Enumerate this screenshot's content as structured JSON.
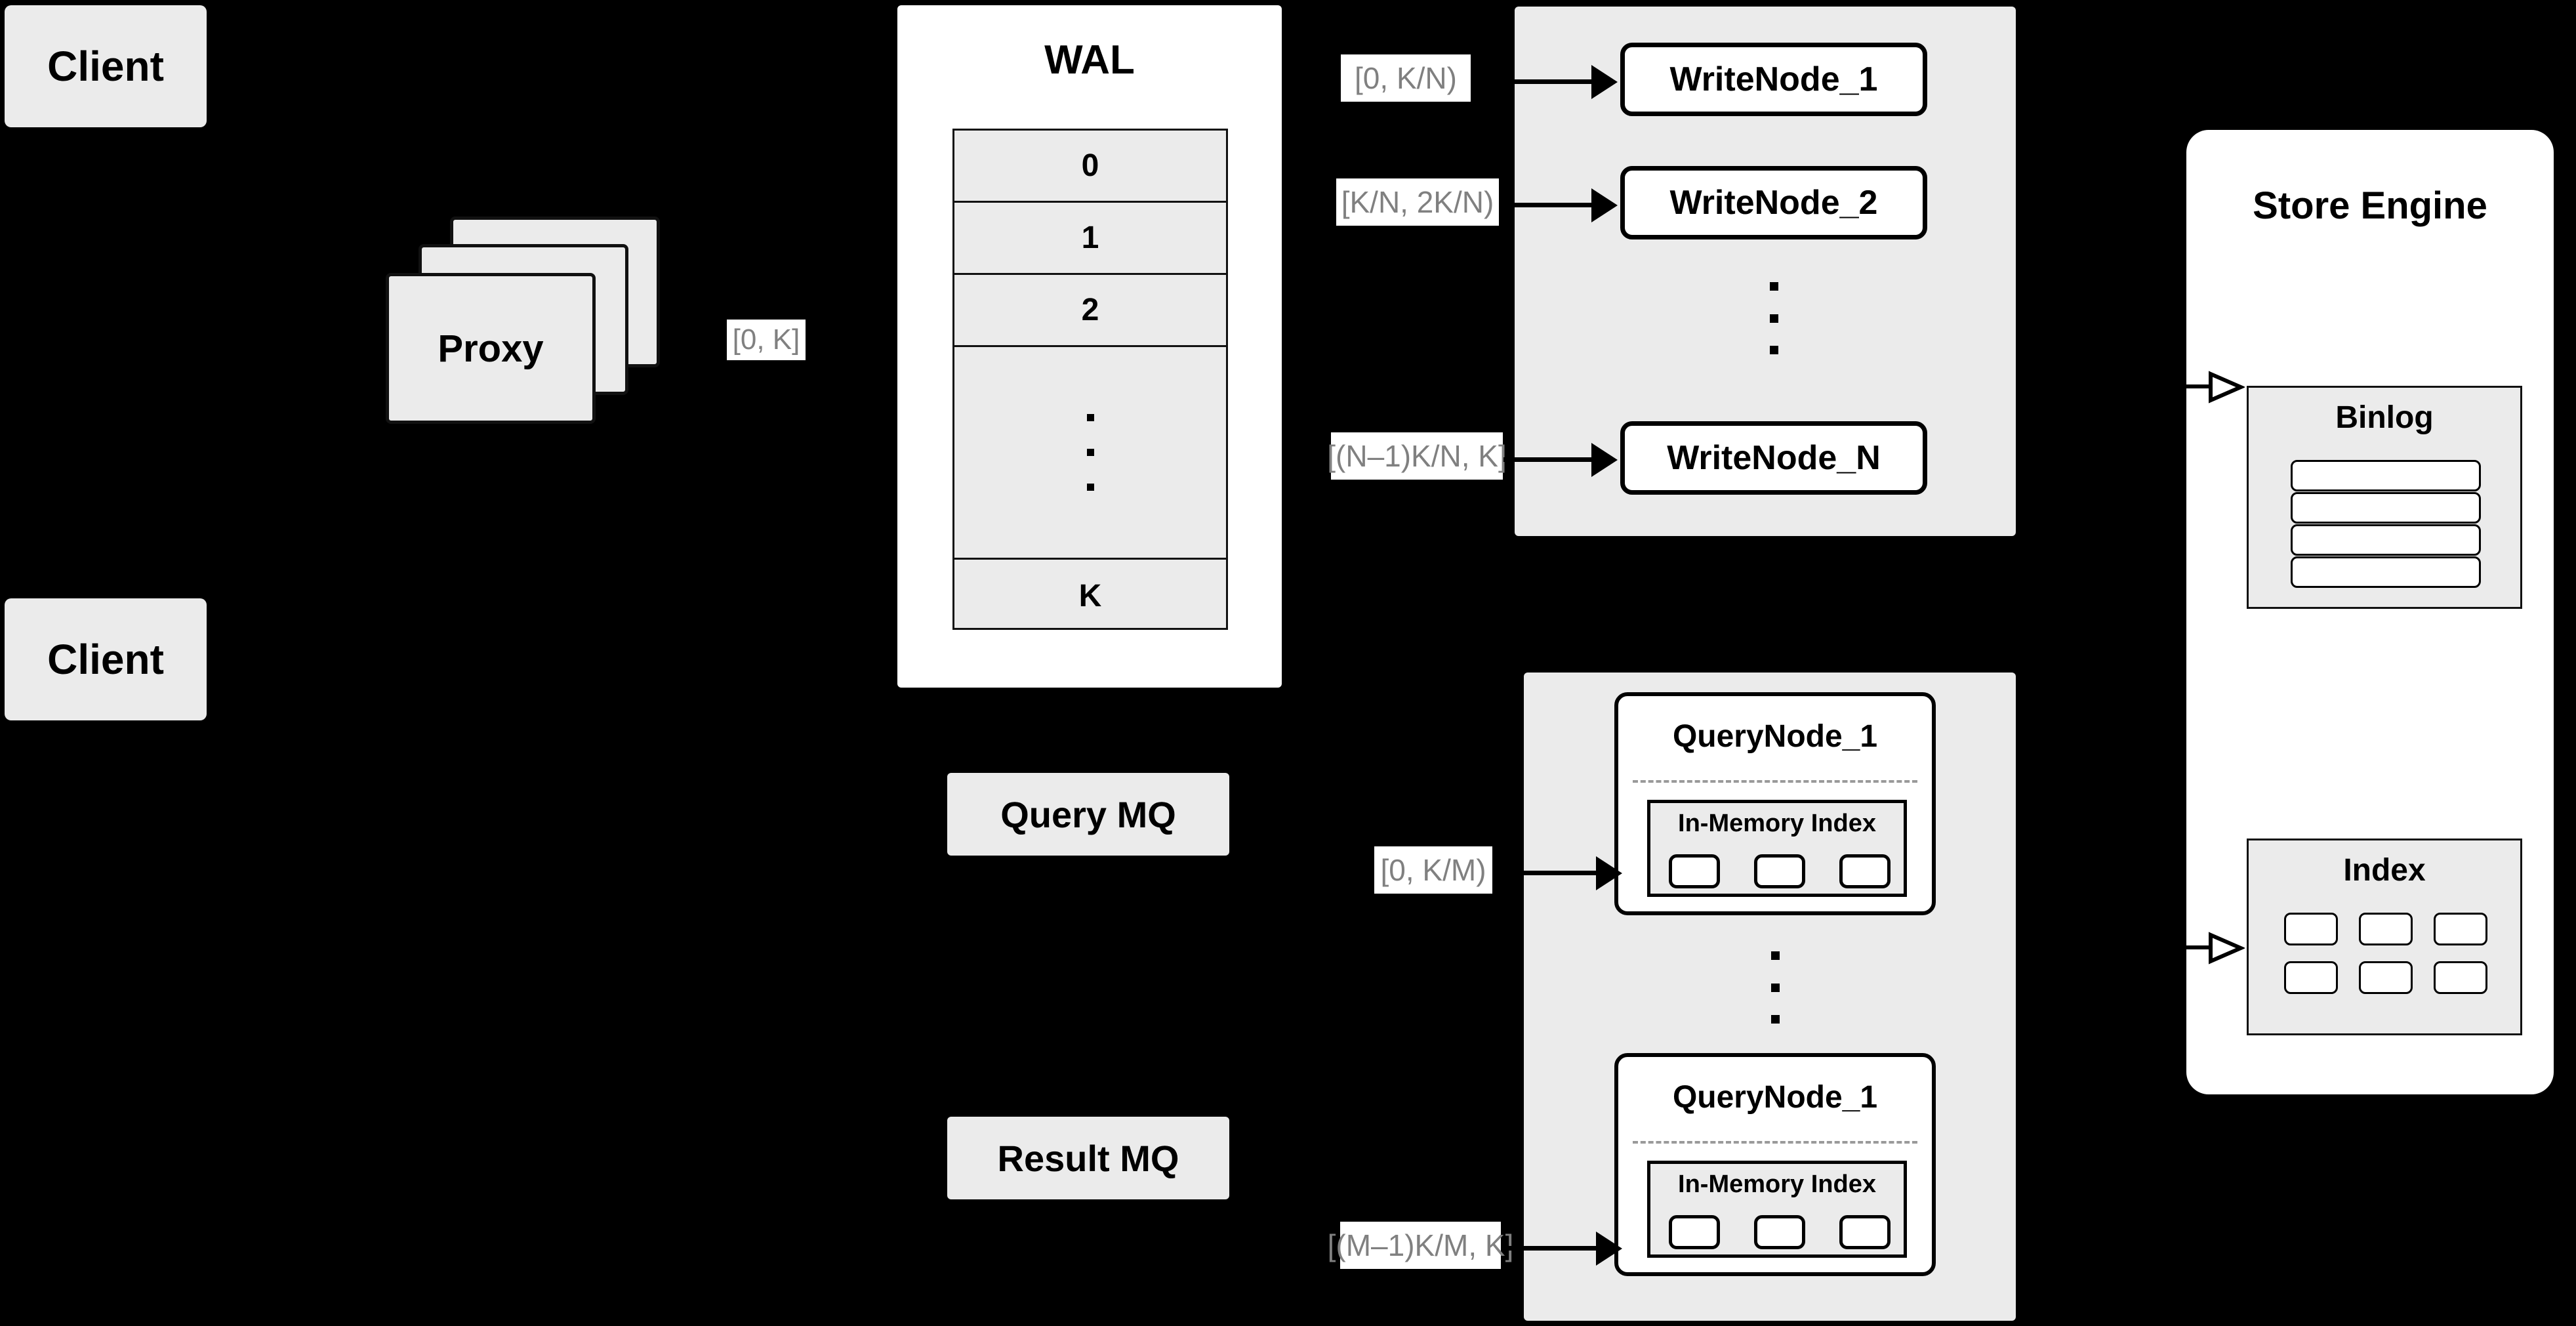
{
  "diagram": {
    "title": "Distributed Write/Query Architecture",
    "background_color": "#000000",
    "node_fill": "#ebebeb",
    "panel_fill": "#ffffff",
    "label_text_color": "#808080",
    "stroke_color": "#000000"
  },
  "clients": [
    {
      "label": "Client"
    },
    {
      "label": "Client"
    }
  ],
  "proxy": {
    "label": "Proxy",
    "stack_count": 3
  },
  "wal": {
    "title": "WAL",
    "rows": [
      "0",
      "1",
      "2"
    ],
    "ellipsis": "···",
    "last_row": "K"
  },
  "queues": [
    {
      "label": "Query MQ"
    },
    {
      "label": "Result MQ"
    }
  ],
  "edge_labels": {
    "proxy_to_wal": "[0, K]",
    "write_node_1": "[0,  K/N)",
    "write_node_2": "[K/N, 2K/N)",
    "write_node_n": "[(N–1)K/N,  K]",
    "query_node_1": "[0, K/M)",
    "query_node_m": "[(M–1)K/M, K]"
  },
  "write_cluster": {
    "nodes": [
      {
        "label": "WriteNode_1"
      },
      {
        "label": "WriteNode_2"
      },
      {
        "label": "WriteNode_N"
      }
    ],
    "ellipsis_dots": 3
  },
  "query_cluster": {
    "nodes": [
      {
        "title": "QueryNode_1",
        "index_title": "In-Memory Index",
        "index_slots": 3
      },
      {
        "title": "QueryNode_1",
        "index_title": "In-Memory Index",
        "index_slots": 3
      }
    ],
    "ellipsis_dots": 3
  },
  "store_engine": {
    "title": "Store Engine",
    "binlog": {
      "title": "Binlog",
      "rows": 4
    },
    "index": {
      "title": "Index",
      "cells": 6
    }
  }
}
